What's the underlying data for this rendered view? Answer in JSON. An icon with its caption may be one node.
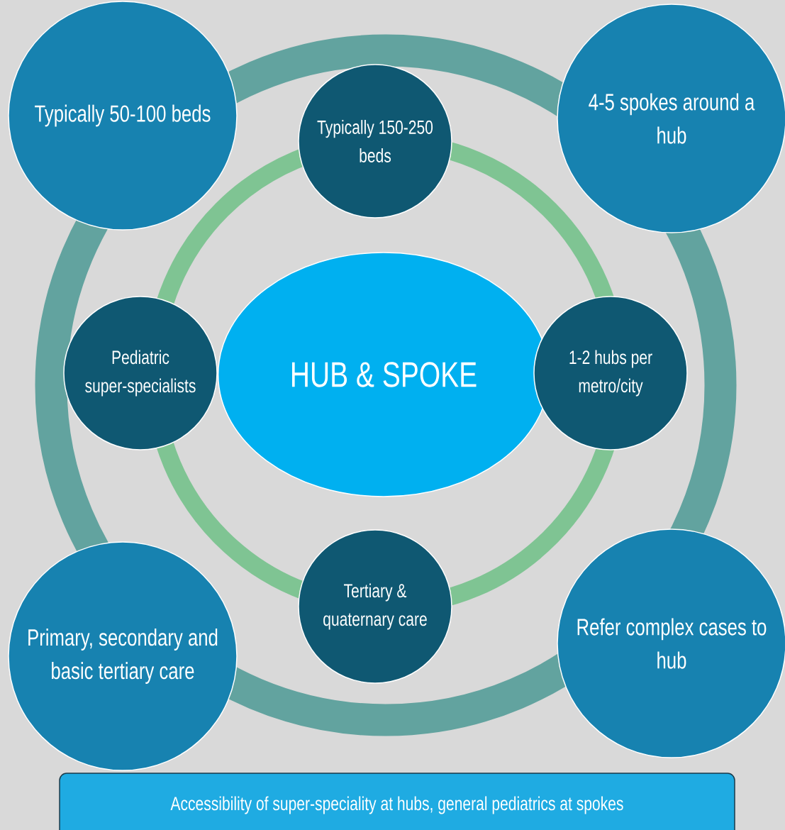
{
  "diagram": {
    "nodes": [
      {
        "text": [
          "HUB & SPOKE"
        ]
      },
      {
        "text": [
          "Typically 150-250 beds"
        ]
      },
      {
        "text": [
          "1-2 hubs per metro/city"
        ]
      },
      {
        "text": [
          "Tertiary & quaternary care"
        ]
      },
      {
        "text": [
          "Pediatric super-specialists"
        ]
      },
      {
        "text": [
          "Typically 50-100 beds"
        ]
      },
      {
        "text": [
          "4-5 spokes around a hub"
        ]
      },
      {
        "text": [
          "Primary, secondary and basic tertiary care"
        ]
      },
      {
        "text": [
          "Refer complex cases to hub"
        ]
      },
      {
        "text": [
          "Accessibility of super-speciality at hubs, general pediatrics at spokes"
        ]
      }
    ]
  }
}
